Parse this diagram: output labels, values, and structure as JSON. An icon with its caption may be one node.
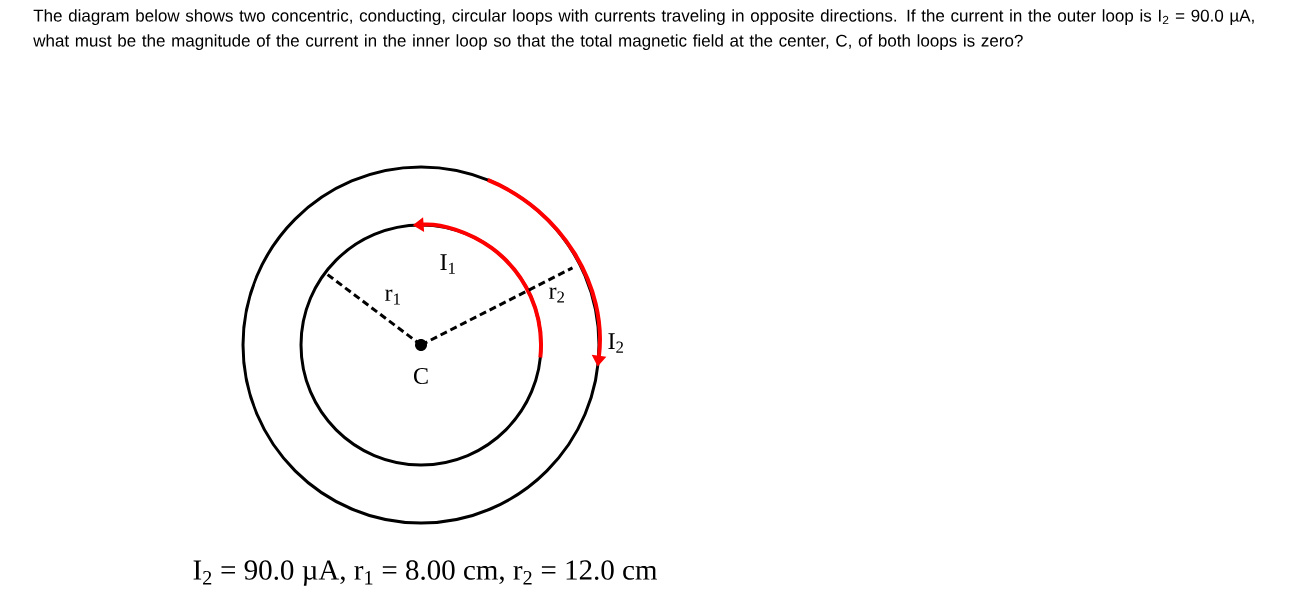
{
  "diagram": {
    "title": "The diagram below shows two concentric, conducting, circular loops with currents traveling in opposite directions. If the current in the outer loop is I$_{2}$ = 90.0 µA, what must be the magnitude of the current in the inner loop so that the total magnetic field at the center, C, of both loops is zero?",
    "labels": [
      "I$_{1}$",
      "r$_{1}$",
      "r$_{2}$",
      "I$_{2}$",
      "C",
      "I$_{2}$ = 90.0 µA, r$_{1}$ = 8.00 cm,  r$_{2}$ = 12.0 cm"
    ]
  }
}
